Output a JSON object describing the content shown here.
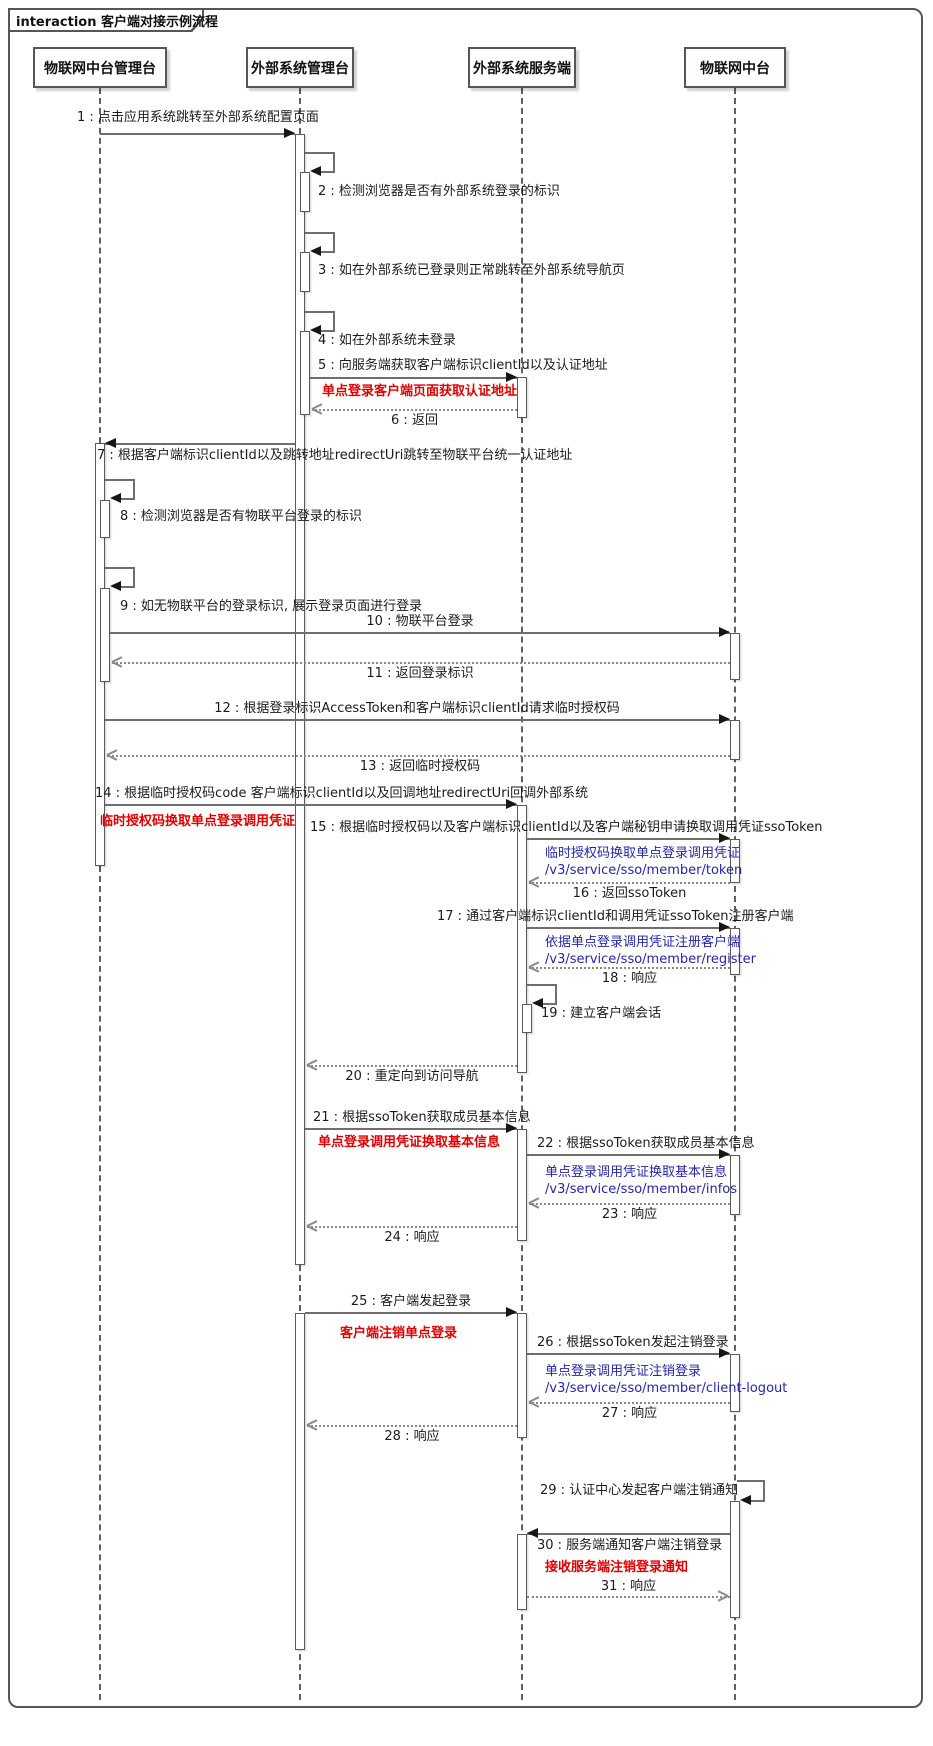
{
  "diagram": {
    "keyword": "interaction",
    "title": "客户端对接示例流程"
  },
  "participants": [
    {
      "name": "物联网中台管理台"
    },
    {
      "name": "外部系统管理台"
    },
    {
      "name": "外部系统服务端"
    },
    {
      "name": "物联网中台"
    }
  ],
  "messages": [
    {
      "num": 1,
      "label": "1 : 点击应用系统跳转至外部系统配置页面",
      "from": "物联网中台管理台",
      "to": "外部系统管理台",
      "kind": "sync"
    },
    {
      "num": 2,
      "label": "2 : 检测浏览器是否有外部系统登录的标识",
      "from": "外部系统管理台",
      "to": "外部系统管理台",
      "kind": "self"
    },
    {
      "num": 3,
      "label": "3 : 如在外部系统已登录则正常跳转至外部系统导航页",
      "from": "外部系统管理台",
      "to": "外部系统管理台",
      "kind": "self"
    },
    {
      "num": 4,
      "label": "4 : 如在外部系统未登录",
      "from": "外部系统管理台",
      "to": "外部系统管理台",
      "kind": "self"
    },
    {
      "num": 5,
      "label": "5 : 向服务端获取客户端标识clientId以及认证地址",
      "from": "外部系统管理台",
      "to": "外部系统服务端",
      "kind": "sync"
    },
    {
      "num": 6,
      "label": "6 : 返回",
      "from": "外部系统服务端",
      "to": "外部系统管理台",
      "kind": "return"
    },
    {
      "num": 7,
      "label": "7 : 根据客户端标识clientId以及跳转地址redirectUri跳转至物联平台统一认证地址",
      "from": "外部系统管理台",
      "to": "物联网中台管理台",
      "kind": "sync"
    },
    {
      "num": 8,
      "label": "8 : 检测浏览器是否有物联平台登录的标识",
      "from": "物联网中台管理台",
      "to": "物联网中台管理台",
      "kind": "self"
    },
    {
      "num": 9,
      "label": "9 : 如无物联平台的登录标识, 展示登录页面进行登录",
      "from": "物联网中台管理台",
      "to": "物联网中台管理台",
      "kind": "self"
    },
    {
      "num": 10,
      "label": "10 : 物联平台登录",
      "from": "物联网中台管理台",
      "to": "物联网中台",
      "kind": "sync"
    },
    {
      "num": 11,
      "label": "11 : 返回登录标识",
      "from": "物联网中台",
      "to": "物联网中台管理台",
      "kind": "return"
    },
    {
      "num": 12,
      "label": "12 : 根据登录标识AccessToken和客户端标识clientId请求临时授权码",
      "from": "物联网中台管理台",
      "to": "物联网中台",
      "kind": "sync"
    },
    {
      "num": 13,
      "label": "13 : 返回临时授权码",
      "from": "物联网中台",
      "to": "物联网中台管理台",
      "kind": "return"
    },
    {
      "num": 14,
      "label": "14 : 根据临时授权码code 客户端标识clientId以及回调地址redirectUri回调外部系统",
      "from": "物联网中台管理台",
      "to": "外部系统服务端",
      "kind": "sync"
    },
    {
      "num": 15,
      "label": "15 : 根据临时授权码以及客户端标识clientId以及客户端秘钥申请换取调用凭证ssoToken",
      "from": "外部系统服务端",
      "to": "物联网中台",
      "kind": "sync"
    },
    {
      "num": 16,
      "label": "16 : 返回ssoToken",
      "from": "物联网中台",
      "to": "外部系统服务端",
      "kind": "return"
    },
    {
      "num": 17,
      "label": "17 : 通过客户端标识clientId和调用凭证ssoToken注册客户端",
      "from": "外部系统服务端",
      "to": "物联网中台",
      "kind": "sync"
    },
    {
      "num": 18,
      "label": "18 : 响应",
      "from": "物联网中台",
      "to": "外部系统服务端",
      "kind": "return"
    },
    {
      "num": 19,
      "label": "19 : 建立客户端会话",
      "from": "外部系统服务端",
      "to": "外部系统服务端",
      "kind": "self"
    },
    {
      "num": 20,
      "label": "20 : 重定向到访问导航",
      "from": "外部系统服务端",
      "to": "外部系统管理台",
      "kind": "return"
    },
    {
      "num": 21,
      "label": "21 : 根据ssoToken获取成员基本信息",
      "from": "外部系统管理台",
      "to": "外部系统服务端",
      "kind": "sync"
    },
    {
      "num": 22,
      "label": "22 : 根据ssoToken获取成员基本信息",
      "from": "外部系统服务端",
      "to": "物联网中台",
      "kind": "sync"
    },
    {
      "num": 23,
      "label": "23 : 响应",
      "from": "物联网中台",
      "to": "外部系统服务端",
      "kind": "return"
    },
    {
      "num": 24,
      "label": "24 : 响应",
      "from": "外部系统服务端",
      "to": "外部系统管理台",
      "kind": "return"
    },
    {
      "num": 25,
      "label": "25 : 客户端发起登录",
      "from": "外部系统管理台",
      "to": "外部系统服务端",
      "kind": "sync"
    },
    {
      "num": 26,
      "label": "26 : 根据ssoToken发起注销登录",
      "from": "外部系统服务端",
      "to": "物联网中台",
      "kind": "sync"
    },
    {
      "num": 27,
      "label": "27 : 响应",
      "from": "物联网中台",
      "to": "外部系统服务端",
      "kind": "return"
    },
    {
      "num": 28,
      "label": "28 : 响应",
      "from": "外部系统服务端",
      "to": "外部系统管理台",
      "kind": "return"
    },
    {
      "num": 29,
      "label": "29 : 认证中心发起客户端注销通知",
      "from": "物联网中台",
      "to": "物联网中台",
      "kind": "self"
    },
    {
      "num": 30,
      "label": "30 : 服务端通知客户端注销登录",
      "from": "物联网中台",
      "to": "外部系统服务端",
      "kind": "sync"
    },
    {
      "num": 31,
      "label": "31 : 响应",
      "from": "外部系统服务端",
      "to": "物联网中台",
      "kind": "return"
    }
  ],
  "notes": [
    {
      "on": 5,
      "color": "red",
      "lines": [
        "单点登录客户端页面获取认证地址"
      ]
    },
    {
      "on": 14,
      "color": "red",
      "lines": [
        "临时授权码换取单点登录调用凭证"
      ]
    },
    {
      "on": 15,
      "color": "blue",
      "lines": [
        "临时授权码换取单点登录调用凭证",
        "/v3/service/sso/member/token"
      ]
    },
    {
      "on": 17,
      "color": "blue",
      "lines": [
        "依据单点登录调用凭证注册客户端",
        "/v3/service/sso/member/register"
      ]
    },
    {
      "on": 21,
      "color": "red",
      "lines": [
        "单点登录调用凭证换取基本信息"
      ]
    },
    {
      "on": 22,
      "color": "blue",
      "lines": [
        "单点登录调用凭证换取基本信息",
        "/v3/service/sso/member/infos"
      ]
    },
    {
      "on": 25,
      "color": "red",
      "lines": [
        "客户端注销单点登录"
      ]
    },
    {
      "on": 26,
      "color": "blue",
      "lines": [
        "单点登录调用凭证注销登录",
        "/v3/service/sso/member/client-logout"
      ]
    },
    {
      "on": 30,
      "color": "red",
      "lines": [
        "接收服务端注销登录通知"
      ]
    }
  ],
  "colors": {
    "red_note": "#e10000",
    "blue_note": "#2626a8",
    "line": "#6e6e6e",
    "arrow": "#161616",
    "frame": "#565656"
  }
}
